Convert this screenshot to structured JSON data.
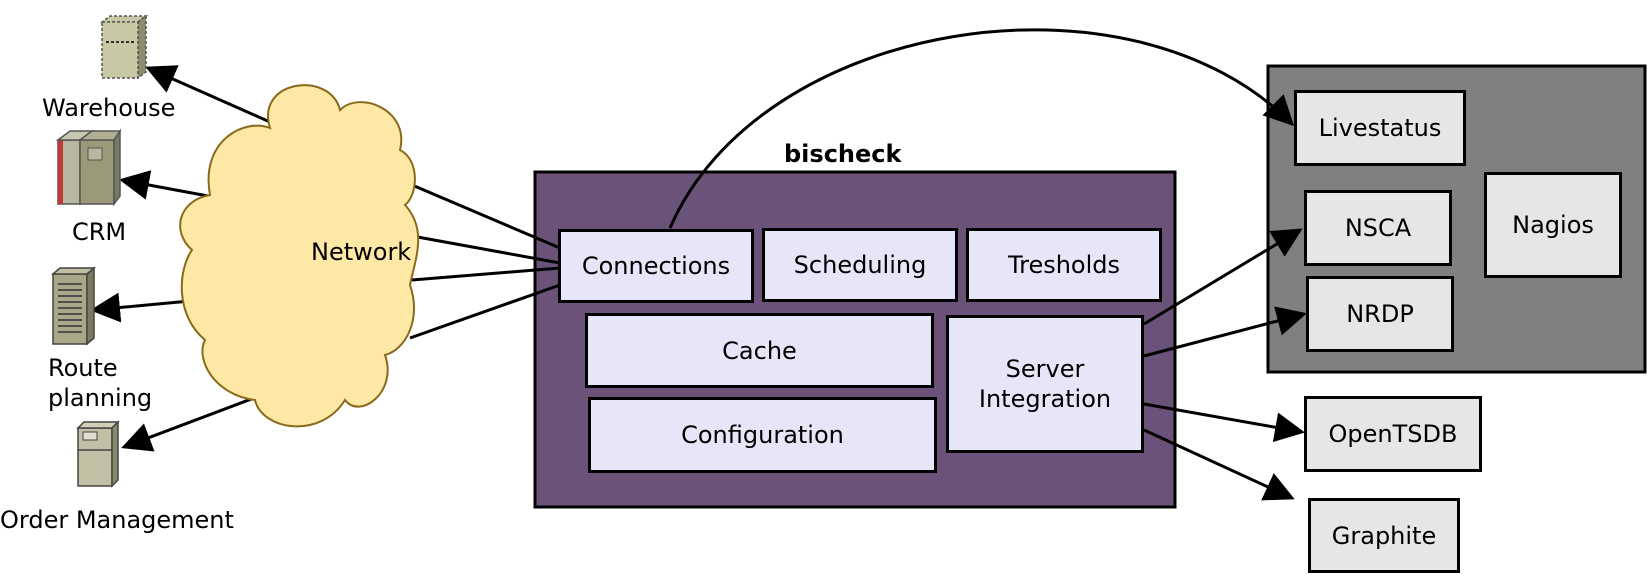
{
  "colors": {
    "bischeck_fill": "#6b5278",
    "module_fill": "#e6e6f8",
    "nagios_fill": "#808080",
    "nagios_module_fill": "#e6e6e6",
    "cloud_fill": "#fde8a6",
    "cloud_stroke": "#8a6a1a",
    "line": "#000000"
  },
  "systems": {
    "warehouse": "Warehouse",
    "crm": "CRM",
    "route_planning_line1": "Route",
    "route_planning_line2": "planning",
    "order_management": "Order Management"
  },
  "network": {
    "label": "Network"
  },
  "bischeck": {
    "title": "bischeck",
    "modules": {
      "connections": "Connections",
      "scheduling": "Scheduling",
      "tresholds": "Tresholds",
      "cache": "Cache",
      "configuration": "Configuration",
      "server_integration_line1": "Server",
      "server_integration_line2": "Integration"
    }
  },
  "nagios": {
    "livestatus": "Livestatus",
    "nsca": "NSCA",
    "nrdp": "NRDP",
    "nagios": "Nagios"
  },
  "targets": {
    "opentsdb": "OpenTSDB",
    "graphite": "Graphite"
  },
  "icons": {
    "warehouse": "warehouse-server-icon",
    "crm": "crm-server-icon",
    "route_planning": "route-planning-server-icon",
    "order_management": "order-management-server-icon"
  }
}
